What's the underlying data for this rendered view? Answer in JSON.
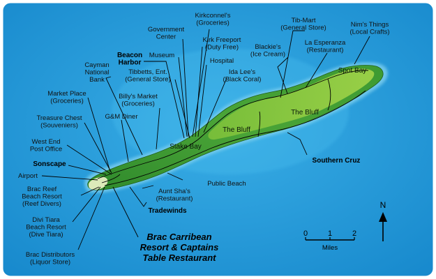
{
  "map": {
    "colors": {
      "sea": "#1a9ad8",
      "sea_light": "#43b7ea",
      "land": "#3f9a35",
      "land_light": "#9ad23f",
      "beach": "#e9f1c4",
      "road": "#000000"
    },
    "labels": {
      "kirkconnels": [
        "Kirkconnel's",
        "(Groceries)"
      ],
      "tib_mart": [
        "Tib-Mart",
        "(General Store)"
      ],
      "nims_things": [
        "Nim's Things",
        "(Local Crafts)"
      ],
      "government_center": [
        "Government",
        "Center"
      ],
      "kirk_freeport": [
        "Kirk Freeport",
        "(Duty Free)"
      ],
      "la_esperanza": [
        "La Esperanza",
        "(Restaurant)"
      ],
      "blackies": [
        "Blackie's",
        "(Ice Cream)"
      ],
      "beacon_harbor": [
        "Beacon",
        "Harbor"
      ],
      "museum": [
        "Museum"
      ],
      "hospital": [
        "Hospital"
      ],
      "cayman_national_bank": [
        "Cayman",
        "National",
        "Bank"
      ],
      "tibbetts": [
        "Tibbetts, Ent.",
        "(General Store)"
      ],
      "ida_lees": [
        "Ida Lee's",
        "(Black Coral)"
      ],
      "spot_bay": [
        "Spot Bay"
      ],
      "market_place": [
        "Market Place",
        "(Groceries)"
      ],
      "billys_market": [
        "Billy's Market",
        "(Groceries)"
      ],
      "the_bluff_east": [
        "The Bluff"
      ],
      "gm_diner": [
        "G&M Diner"
      ],
      "treasure_chest": [
        "Treasure Chest",
        "(Souveniers)"
      ],
      "the_bluff_west": [
        "The Bluff"
      ],
      "west_end_post_office": [
        "West End",
        "Post Office"
      ],
      "stake_bay": [
        "Stake Bay"
      ],
      "southern_cruz": [
        "Southern Cruz"
      ],
      "sonscape": [
        "Sonscape"
      ],
      "airport": [
        "Airport"
      ],
      "public_beach": [
        "Public Beach"
      ],
      "brac_reef": [
        "Brac Reef",
        "Beach Resort",
        "(Reef Divers)"
      ],
      "aunt_shas": [
        "Aunt Sha's",
        "(Restaurant)"
      ],
      "tradewinds": [
        "Tradewinds"
      ],
      "divi_tiara": [
        "Divi Tiara",
        "Beach Resort",
        "(Dive Tiara)"
      ],
      "brac_carribean": [
        "Brac Carribean",
        "Resort & Captains",
        "Table Restaurant"
      ],
      "brac_distributors": [
        "Brac Distributors",
        "(Liquor Store)"
      ]
    },
    "compass": {
      "letter": "N"
    },
    "scale": {
      "ticks": [
        "0",
        "1",
        "2"
      ],
      "unit": "Miles"
    }
  }
}
